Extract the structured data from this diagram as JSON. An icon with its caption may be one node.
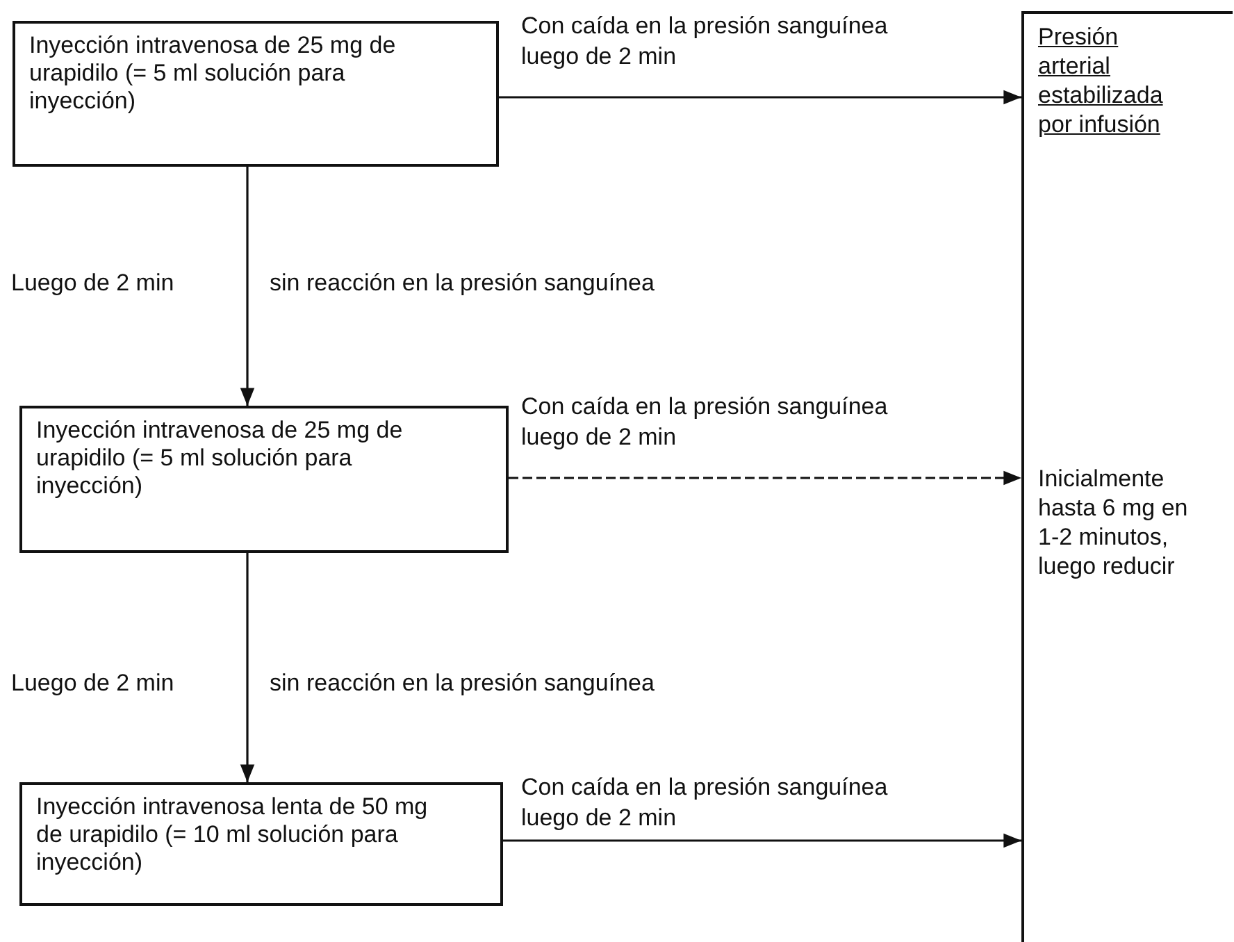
{
  "diagram": {
    "nodes": [
      {
        "text": [
          "Inyección intravenosa de 25 mg de urapidilo (= 5 ml solución para inyección)"
        ]
      },
      {
        "text": [
          "Inyección intravenosa de 25 mg de urapidilo (= 5 ml solución para inyección)"
        ]
      },
      {
        "text": [
          "Inyección intravenosa lenta de 50 mg de urapidilo (= 10 ml solución para inyección)"
        ]
      },
      {
        "text": [
          "Presión arterial estabilizada por infusión",
          "Inicialmente hasta 6 mg en 1-2 minutos, luego reducir"
        ]
      }
    ],
    "edges": [
      {
        "from": 0,
        "to": 3,
        "arrow": "to",
        "label": "Con caída en la presión sanguínea luego de 2 min"
      },
      {
        "from": 0,
        "to": 1,
        "arrow": "to",
        "label": "sin reacción en la presión sanguínea"
      },
      {
        "from": 1,
        "to": 3,
        "arrow": "to",
        "label": "Con caída en la presión sanguínea luego de 2 min",
        "style": "dashed"
      },
      {
        "from": 1,
        "to": 2,
        "arrow": "to",
        "label": "sin reacción en la presión sanguínea"
      },
      {
        "from": 2,
        "to": 3,
        "arrow": "to",
        "label": "Con caída en la presión sanguínea luego de 2 min"
      }
    ],
    "labels": [
      "Luego de 2 min",
      "Luego de 2 min"
    ]
  }
}
